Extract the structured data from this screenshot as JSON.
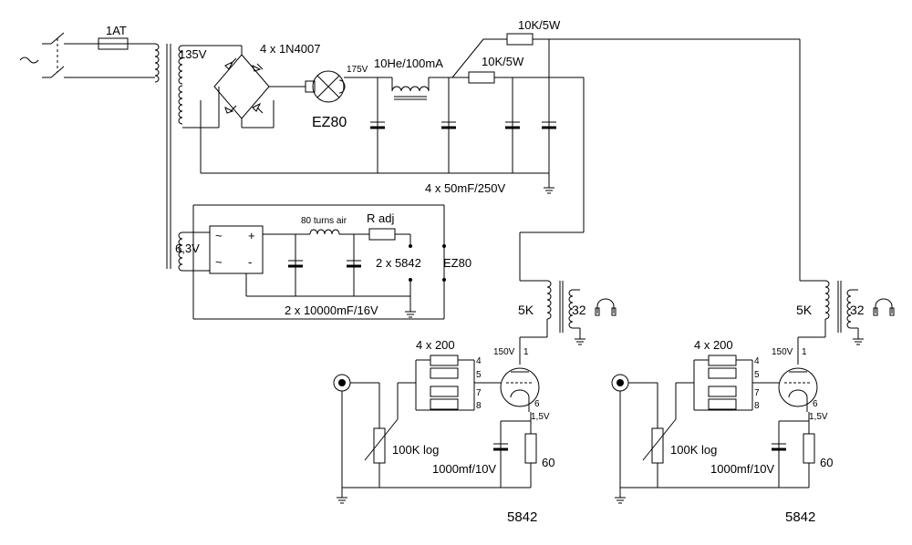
{
  "power_supply": {
    "fuse": "1AT",
    "secondary_hv": "135V",
    "rectifier_bridge": "4 x 1N4007",
    "tube_rectifier": "EZ80",
    "voltage_after_rectifier": "175V",
    "choke": "10He/100mA",
    "dropping_resistor_1": "10K/5W",
    "dropping_resistor_2": "10K/5W",
    "filter_caps": "4 x 50mF/250V"
  },
  "heater_supply": {
    "secondary": "6,3V",
    "plus": "+",
    "minus": "-",
    "ac_1": "~",
    "ac_2": "~",
    "inductor": "80 turns air",
    "resistor": "R adj",
    "filter_caps": "2 x 10000mF/16V",
    "load_1": "2 x 5842",
    "load_2": "EZ80"
  },
  "channels": [
    {
      "output_primary": "5K",
      "output_secondary": "32",
      "cathode_resistors": "4 x 200",
      "pin_4": "4",
      "pin_5": "5",
      "pin_7": "7",
      "pin_8": "8",
      "plate_voltage": "150V",
      "pin_1": "1",
      "pin_6": "6",
      "cathode_voltage": "1,5V",
      "volume_pot": "100K log",
      "cathode_cap": "1000mf/10V",
      "cathode_resistor": "60",
      "tube": "5842"
    },
    {
      "output_primary": "5K",
      "output_secondary": "32",
      "cathode_resistors": "4 x 200",
      "pin_4": "4",
      "pin_5": "5",
      "pin_7": "7",
      "pin_8": "8",
      "plate_voltage": "150V",
      "pin_1": "1",
      "pin_6": "6",
      "cathode_voltage": "1,5V",
      "volume_pot": "100K log",
      "cathode_cap": "1000mf/10V",
      "cathode_resistor": "60",
      "tube": "5842"
    }
  ]
}
